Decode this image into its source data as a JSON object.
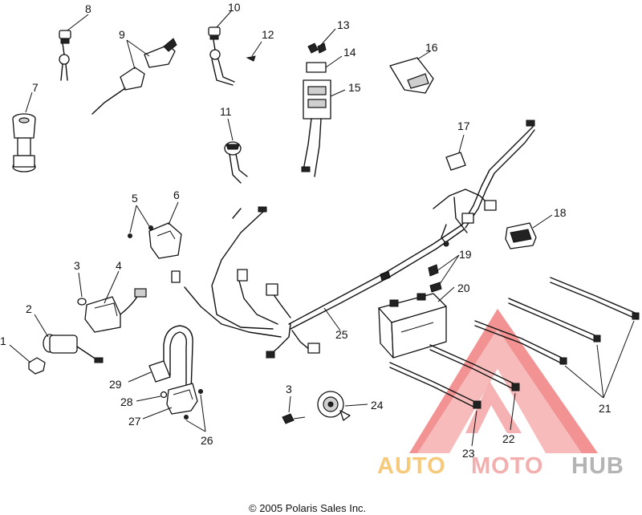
{
  "callouts": {
    "c1": "1",
    "c2": "2",
    "c3a": "3",
    "c3b": "3",
    "c4": "4",
    "c5": "5",
    "c6": "6",
    "c7": "7",
    "c8": "8",
    "c9": "9",
    "c10": "10",
    "c11": "11",
    "c12": "12",
    "c13": "13",
    "c14": "14",
    "c15": "15",
    "c16": "16",
    "c17": "17",
    "c18": "18",
    "c19": "19",
    "c20": "20",
    "c21": "21",
    "c22": "22",
    "c23": "23",
    "c24": "24",
    "c25": "25",
    "c26": "26",
    "c27": "27",
    "c28": "28",
    "c29": "29"
  },
  "copyright": "© 2005 Polaris Sales Inc.",
  "watermark": {
    "part1": "AUTO",
    "part2": "MOTO",
    "part3": "HUB",
    "colors": {
      "auto": "#f5c064",
      "moto": "#f2a0a0",
      "hub": "#a8a8a8",
      "triangle": "#f08080"
    }
  }
}
